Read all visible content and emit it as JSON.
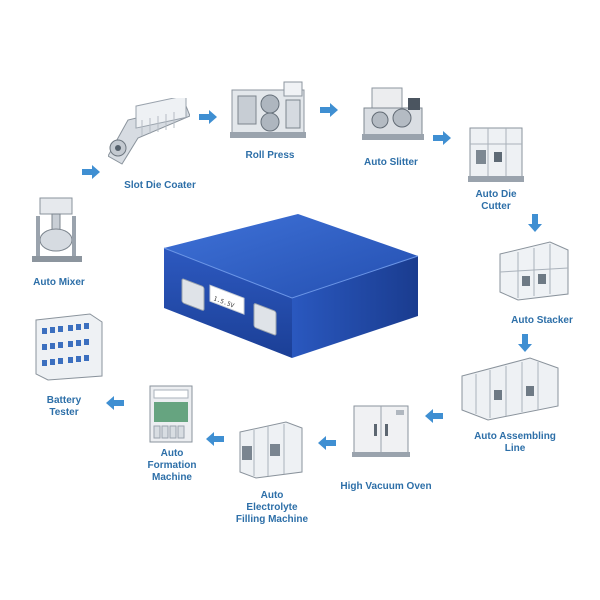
{
  "diagram": {
    "stations": [
      {
        "id": "slot-die-coater",
        "label": "Slot Die Coater"
      },
      {
        "id": "roll-press",
        "label": "Roll Press"
      },
      {
        "id": "auto-slitter",
        "label": "Auto Slitter"
      },
      {
        "id": "auto-die-cutter",
        "label": "Auto Die\nCutter"
      },
      {
        "id": "auto-stacker",
        "label": "Auto Stacker"
      },
      {
        "id": "auto-assembling-line",
        "label": "Auto Assembling\nLine"
      },
      {
        "id": "high-vacuum-oven",
        "label": "High Vacuum Oven"
      },
      {
        "id": "auto-electrolyte-filling-machine",
        "label": "Auto\nElectrolyte\nFilling Machine"
      },
      {
        "id": "auto-formation-machine",
        "label": "Auto\nFormation\nMachine"
      },
      {
        "id": "battery-tester",
        "label": "Battery\nTester"
      },
      {
        "id": "auto-mixer",
        "label": "Auto Mixer"
      }
    ],
    "center_product": {
      "name": "prismatic-battery-cell",
      "marking": "1.5.5V"
    },
    "colors": {
      "label": "#2d6fa8",
      "arrow": "#3f8fd2",
      "cell_top": "#2d5fc4",
      "cell_side": "#1e3f8f"
    }
  }
}
